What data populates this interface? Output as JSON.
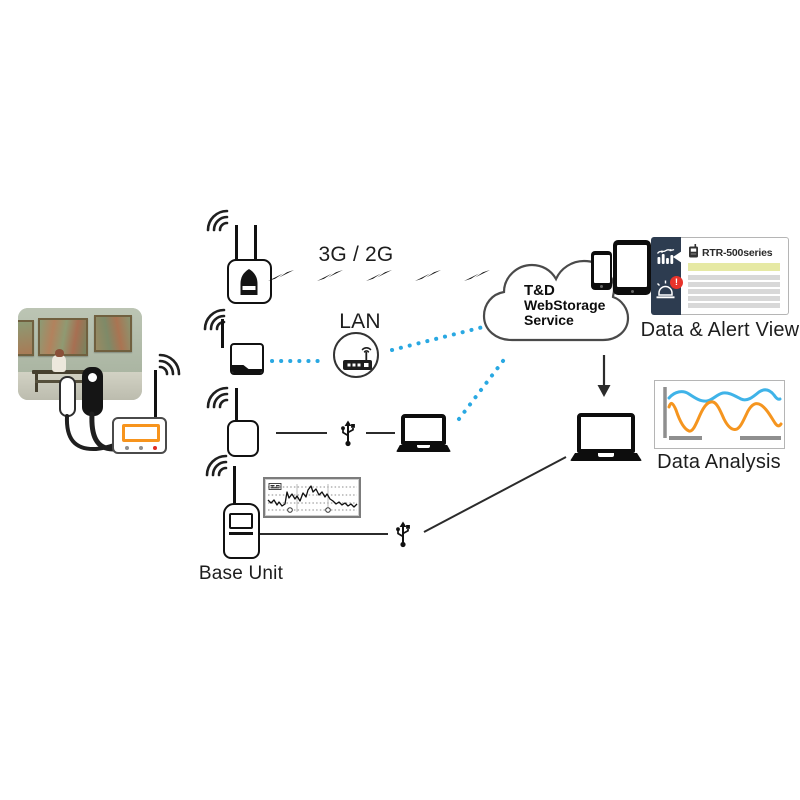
{
  "colors": {
    "accent_blue": "#29a8e2",
    "navy": "#2d3c50",
    "alert_red": "#e8332b",
    "highlight_yellow": "#e6e9a4",
    "row_gray": "#d8d8d8",
    "brand_orange": "#f7941d",
    "chart_blue": "#3fb3e8",
    "chart_orange": "#f5951f",
    "line_dark": "#1f1f1f"
  },
  "labels": {
    "network": "3G / 2G",
    "lan": "LAN",
    "base_unit": "Base Unit"
  },
  "cloud": {
    "line1": "T&D",
    "line2": "WebStorage",
    "line3": "Service"
  },
  "alert_panel": {
    "device_label": "RTR-500series",
    "badge": "!",
    "title": "Data & Alert View"
  },
  "analysis_panel": {
    "title": "Data Analysis"
  },
  "scene": {
    "photo_alt": "Museum gallery with a visitor seated on a bench viewing paintings"
  },
  "icons": {
    "wifi": "wifi-signal-icon",
    "usb": "usb-icon",
    "router": "lan-router-icon",
    "cloud": "cloud-icon",
    "smartphone": "smartphone-icon",
    "tablet": "tablet-icon",
    "laptop": "laptop-icon",
    "bar_chart": "bar-chart-icon",
    "alarm": "alarm-bell-icon",
    "down_arrow": "down-arrow-icon",
    "lightning": "lightning-bolt-icon"
  }
}
